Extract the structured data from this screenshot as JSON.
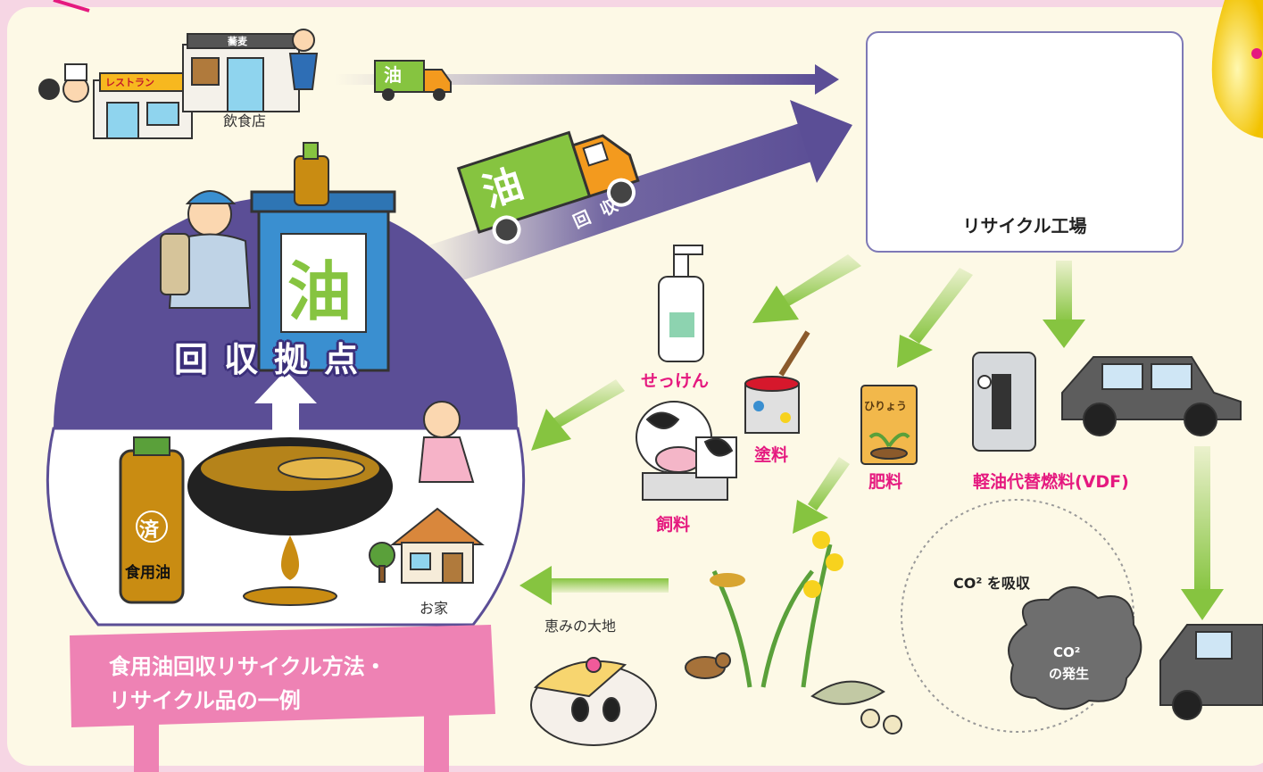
{
  "title": "食用油回収リサイクル方法・リサイクル品の一例",
  "title_lines": [
    "食用油回収リサイクル方法・",
    "リサイクル品の一例"
  ],
  "nodes": {
    "restaurant_sign": "レストラン",
    "soba_sign": "蕎麦",
    "restaurants": "飲食店",
    "truck_oil": "油",
    "collection": "回収",
    "factory": "リサイクル工場",
    "collection_base": "回収拠点",
    "bin_oil": "油",
    "soap": "せっけん",
    "paint": "塗料",
    "feed": "飼料",
    "fertilizer_bag": "ひりょう",
    "fertilizer": "肥料",
    "fuel": "軽油代替燃料(VDF)",
    "used_oil_mark": "済",
    "cooking_oil": "食用油",
    "home": "お家",
    "land": "恵みの大地",
    "co2_absorb": "CO² を吸収",
    "co2_emit_1": "CO²",
    "co2_emit_2": "の発生"
  },
  "colors": {
    "background": "#fdf9e6",
    "frame": "#f6d6e4",
    "collection_purple": "#5b4e96",
    "recycle_green": "#86c440",
    "product_pink": "#e5197f",
    "sign_pink": "#ee82b4",
    "oil_gold": "#c98c12"
  }
}
